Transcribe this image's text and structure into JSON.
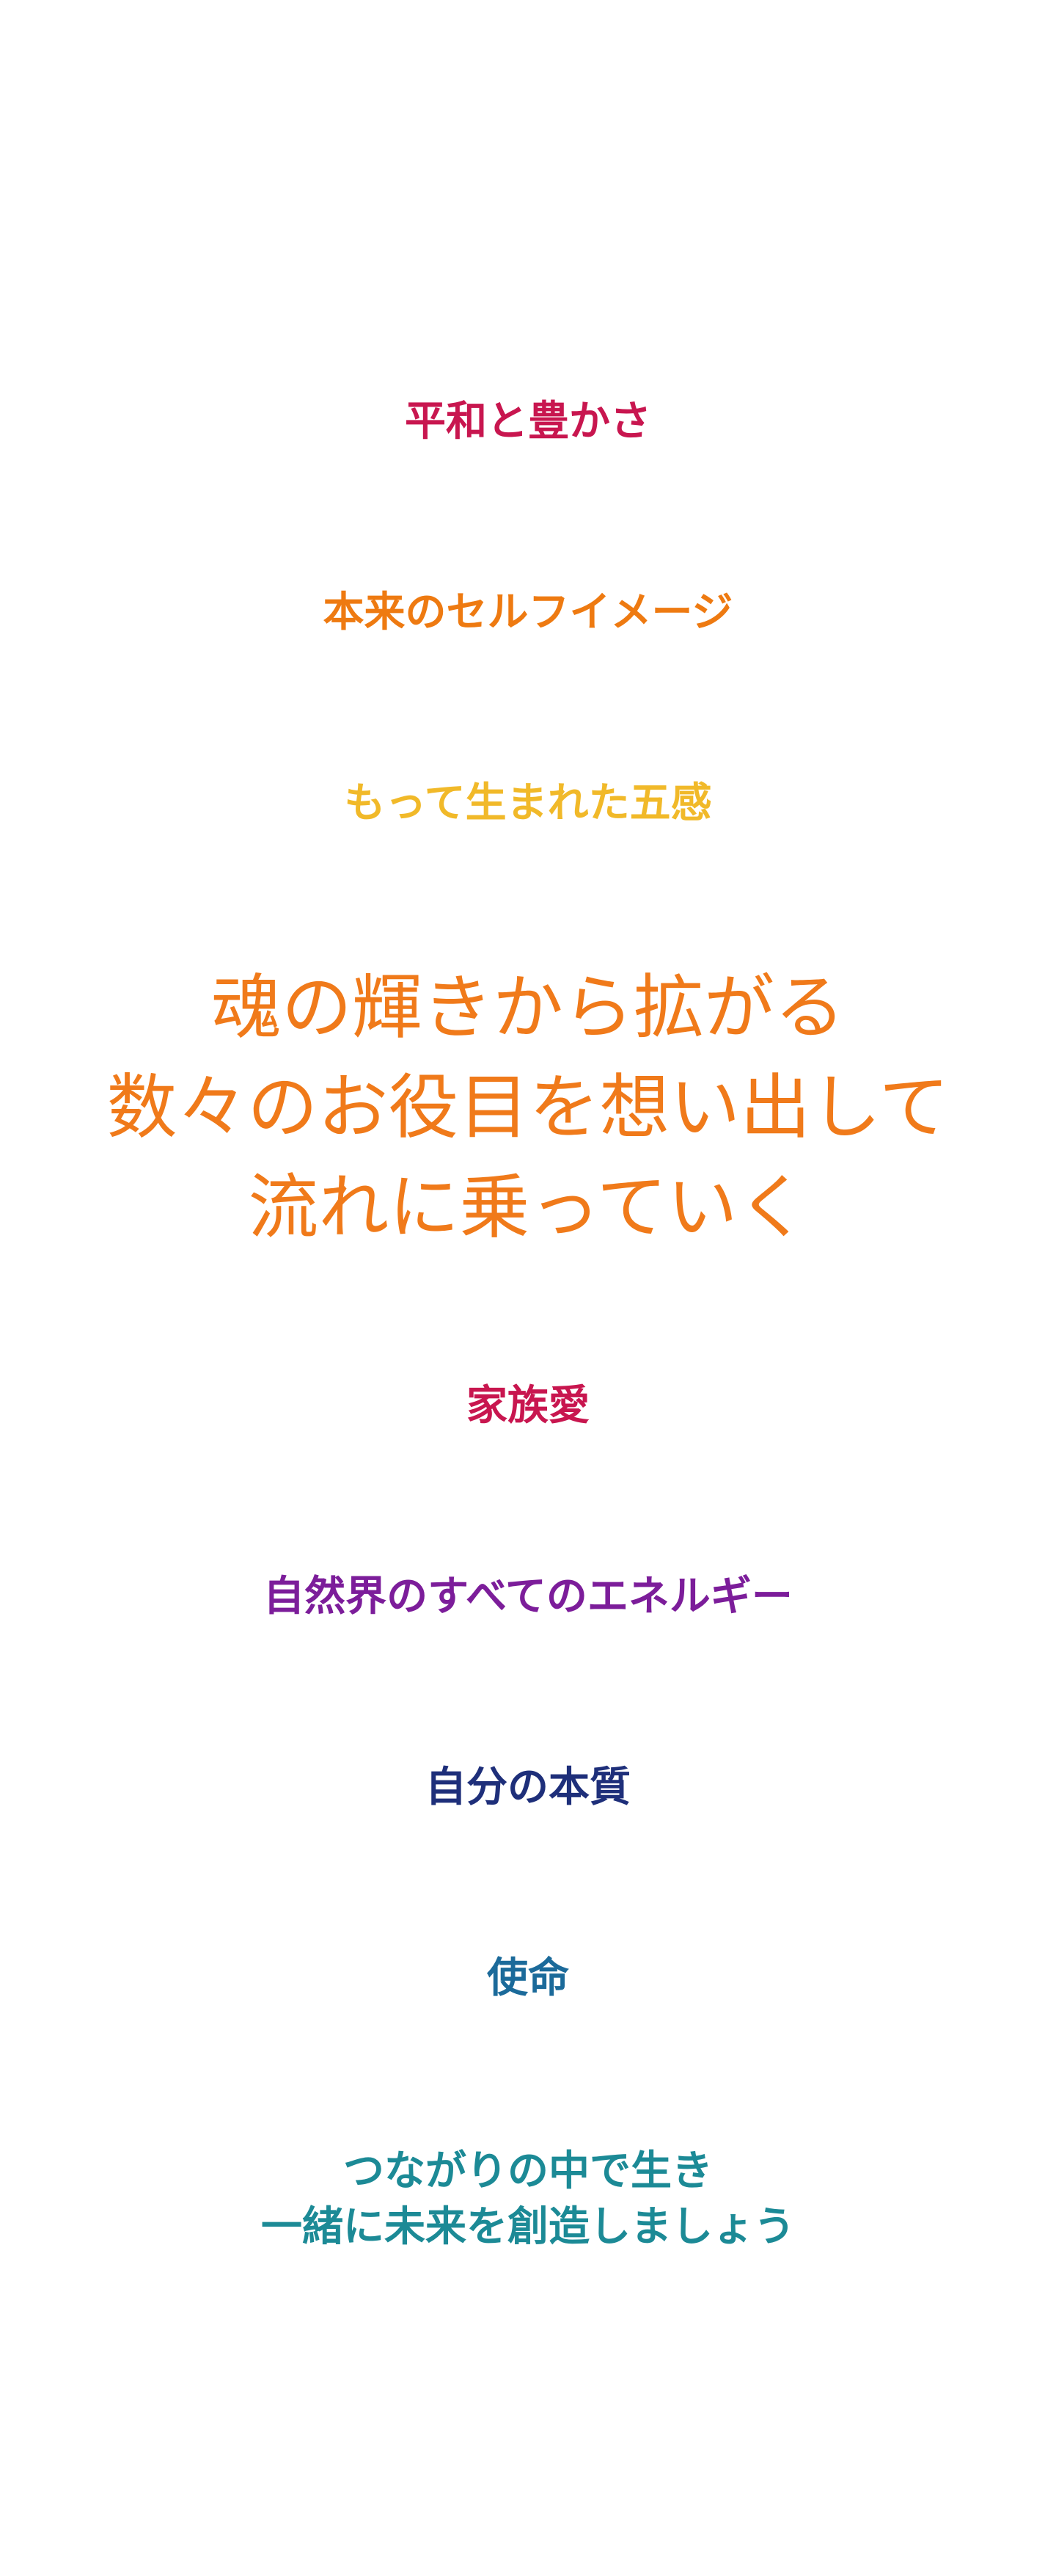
{
  "lines": [
    {
      "text": "平和と豊かさ",
      "color": "#c8164f"
    },
    {
      "text": "本来のセルフイメージ",
      "color": "#ee7a11"
    },
    {
      "text": "もって生まれた五感",
      "color": "#f1b929"
    },
    {
      "text_lines": [
        "魂の輝きから拡がる",
        "数々のお役目を想い出して",
        "流れに乗っていく"
      ],
      "color": "#f07a1a"
    },
    {
      "text": "家族愛",
      "color": "#c8164f"
    },
    {
      "text": "自然界のすべてのエネルギー",
      "color": "#7c1d9a"
    },
    {
      "text": "自分の本質",
      "color": "#1e2f7a"
    },
    {
      "text": "使命",
      "color": "#1b6a9a"
    },
    {
      "text_lines": [
        "つながりの中で生き",
        "一緒に未来を創造しましょう"
      ],
      "color": "#1c8a96"
    }
  ]
}
